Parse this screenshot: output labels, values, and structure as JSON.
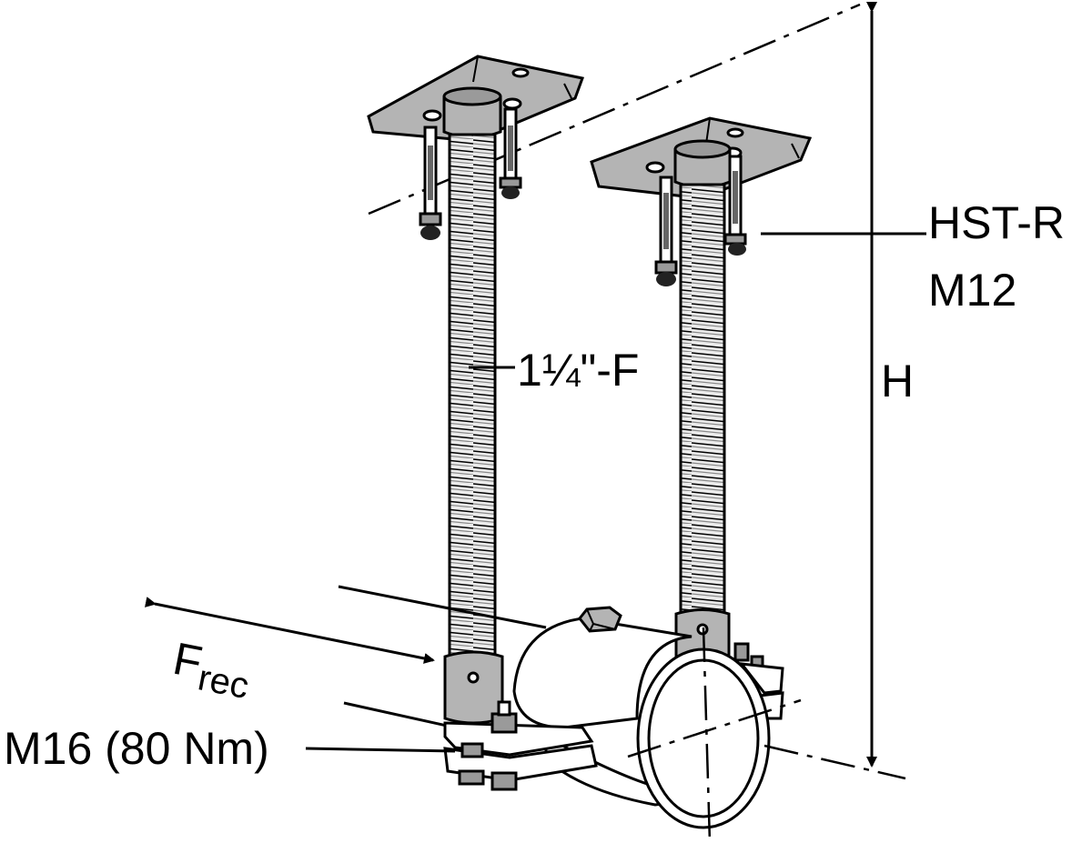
{
  "labels": {
    "anchor_line1": "HST-R",
    "anchor_line2": "M12",
    "rod": "1¼\"-F",
    "height": "H",
    "force_main": "F",
    "force_sub": "rec",
    "clamp_bolt": "M16 (80 Nm)"
  },
  "colors": {
    "steel": "#b4b4b4",
    "steel_dark": "#9a9a9a",
    "outline": "#000000"
  }
}
